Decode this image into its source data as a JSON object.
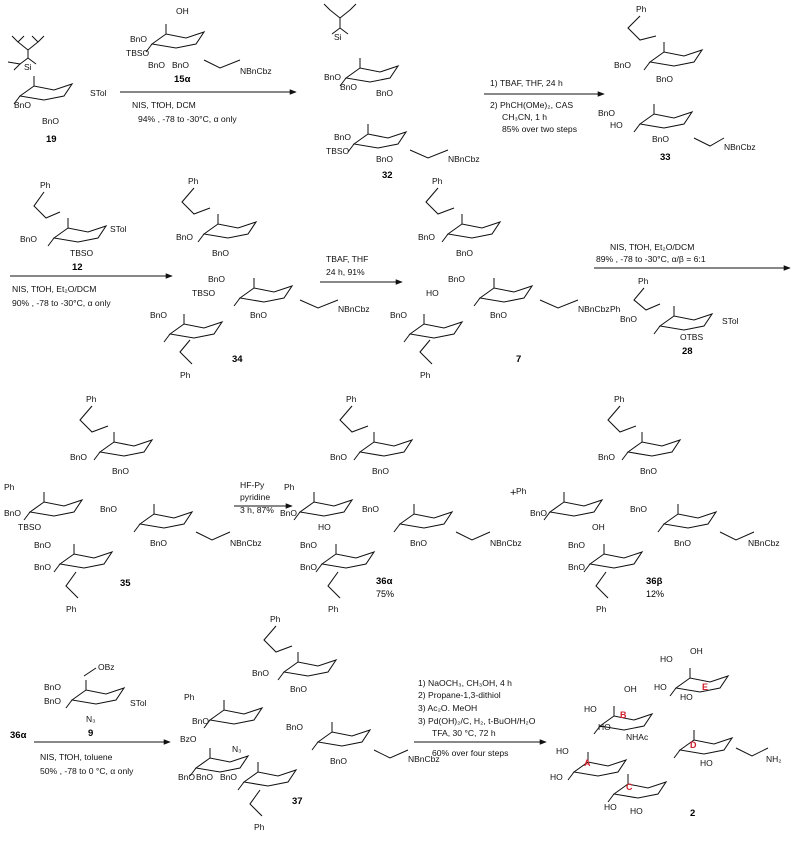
{
  "reactions": [
    {
      "id": "r1",
      "above": [
        "BnO",
        "TBSO",
        "BnO",
        "BnO"
      ],
      "reagent_cmpd": "15α",
      "below": [
        "NIS, TfOH, DCM",
        "94% , -78 to -30°C, α only"
      ]
    },
    {
      "id": "r2",
      "above": [
        "1) TBAF, THF, 24 h",
        "2) PhCH(OMe)₂, CAS",
        "CH₃CN, 1 h",
        "85% over two steps"
      ],
      "below": []
    },
    {
      "id": "r3",
      "reagent_cmpd": "12",
      "below": [
        "NIS, TfOH, Et₂O/DCM",
        "90% , -78 to -30°C, α only"
      ]
    },
    {
      "id": "r4",
      "above": [
        "TBAF, THF",
        "24 h, 91%"
      ],
      "below": []
    },
    {
      "id": "r5",
      "above": [
        "NIS, TfOH, Et₂O/DCM",
        "89% , -78 to -30°C, α/β = 6:1"
      ],
      "reagent_cmpd": "28"
    },
    {
      "id": "r6",
      "above": [
        "HF-Py",
        "pyridine",
        "3 h, 87%"
      ],
      "below": []
    },
    {
      "id": "r7",
      "reagent_cmpd": "9",
      "below": [
        "NIS, TfOH, toluene",
        "50% , -78 to 0 °C, α only"
      ]
    },
    {
      "id": "r8",
      "above": [
        "1) NaOCH₃, CH₃OH, 4 h",
        "2) Propane-1,3-dithiol",
        "3) Ac₂O. MeOH",
        "3) Pd(OH)₂/C, H₂, t-BuOH/H₂O",
        "TFA, 30 °C, 72 h"
      ],
      "below": [
        "60% over four steps"
      ]
    }
  ],
  "compounds": {
    "c19": "19",
    "c15a": "15α",
    "c32": "32",
    "c33": "33",
    "c12": "12",
    "c34": "34",
    "c7": "7",
    "c28": "28",
    "c35": "35",
    "c36a": "36α",
    "c36b": "36β",
    "c36a_start": "36α",
    "c9": "9",
    "c37": "37",
    "c2": "2"
  },
  "yields": {
    "c36a": "75%",
    "c36b": "12%"
  },
  "plus": "+",
  "groups": {
    "OH": "OH",
    "BnO": "BnO",
    "TBSO": "TBSO",
    "STol": "STol",
    "NBnCbz": "NBnCbz",
    "Ph": "Ph",
    "HO": "HO",
    "OBz": "OBz",
    "BzO": "BzO",
    "N3": "N₃",
    "OTBS": "OTBS",
    "NH2": "NH₂",
    "NHAc": "NHAc",
    "Si": "Si"
  },
  "ring_labels": [
    "A",
    "B",
    "C",
    "D",
    "E"
  ]
}
